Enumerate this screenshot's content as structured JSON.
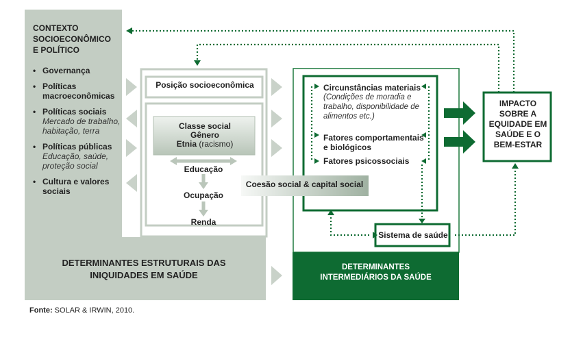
{
  "context": {
    "title_lines": [
      "CONTEXTO",
      "SOCIOECONÔMICO",
      "E POLÍTICO"
    ],
    "items": [
      {
        "main": "Governança",
        "sub": ""
      },
      {
        "main": "Políticas macroeconômicas",
        "sub": ""
      },
      {
        "main": "Políticas sociais",
        "sub": "Mercado de trabalho, habitação, terra"
      },
      {
        "main": "Políticas públicas",
        "sub": "Educação, saúde, proteção social"
      },
      {
        "main": "Cultura e valores sociais",
        "sub": ""
      }
    ],
    "bullet": "•"
  },
  "structural": {
    "position": "Posição socioeconômica",
    "classe": "Classe social",
    "genero": "Gênero",
    "etnia": "Etnia",
    "racismo": "(racismo)",
    "educacao": "Educação",
    "ocupacao": "Ocupação",
    "renda": "Renda",
    "label_line1": "DETERMINANTES ESTRUTURAIS DAS",
    "label_line2": "INIQUIDADES EM SAÚDE"
  },
  "coesao": "Coesão social & capital social",
  "intermediate": {
    "circ_title": "Circunstâncias materiais",
    "circ_sub": "(Condições de moradia e trabalho, disponibilidade de alimentos etc.)",
    "fatores_comp": "Fatores comportamentais e biológicos",
    "fatores_psico": "Fatores psicossociais",
    "sistema": "Sistema de saúde",
    "label_line1": "DETERMINANTES",
    "label_line2": "INTERMEDIÁRIOS DA SAÚDE"
  },
  "impacto_lines": [
    "IMPACTO",
    "SOBRE A",
    "EQUIDADE EM",
    "SAÚDE E O",
    "BEM-ESTAR"
  ],
  "fonte": {
    "label": "Fonte:",
    "text": "SOLAR & IRWIN, 2010."
  },
  "colors": {
    "gray_panel": "#c3cdc3",
    "gray_arrow": "#c9d2c9",
    "green_dark": "#0e6b32",
    "green_frame": "#1f7a3e"
  }
}
